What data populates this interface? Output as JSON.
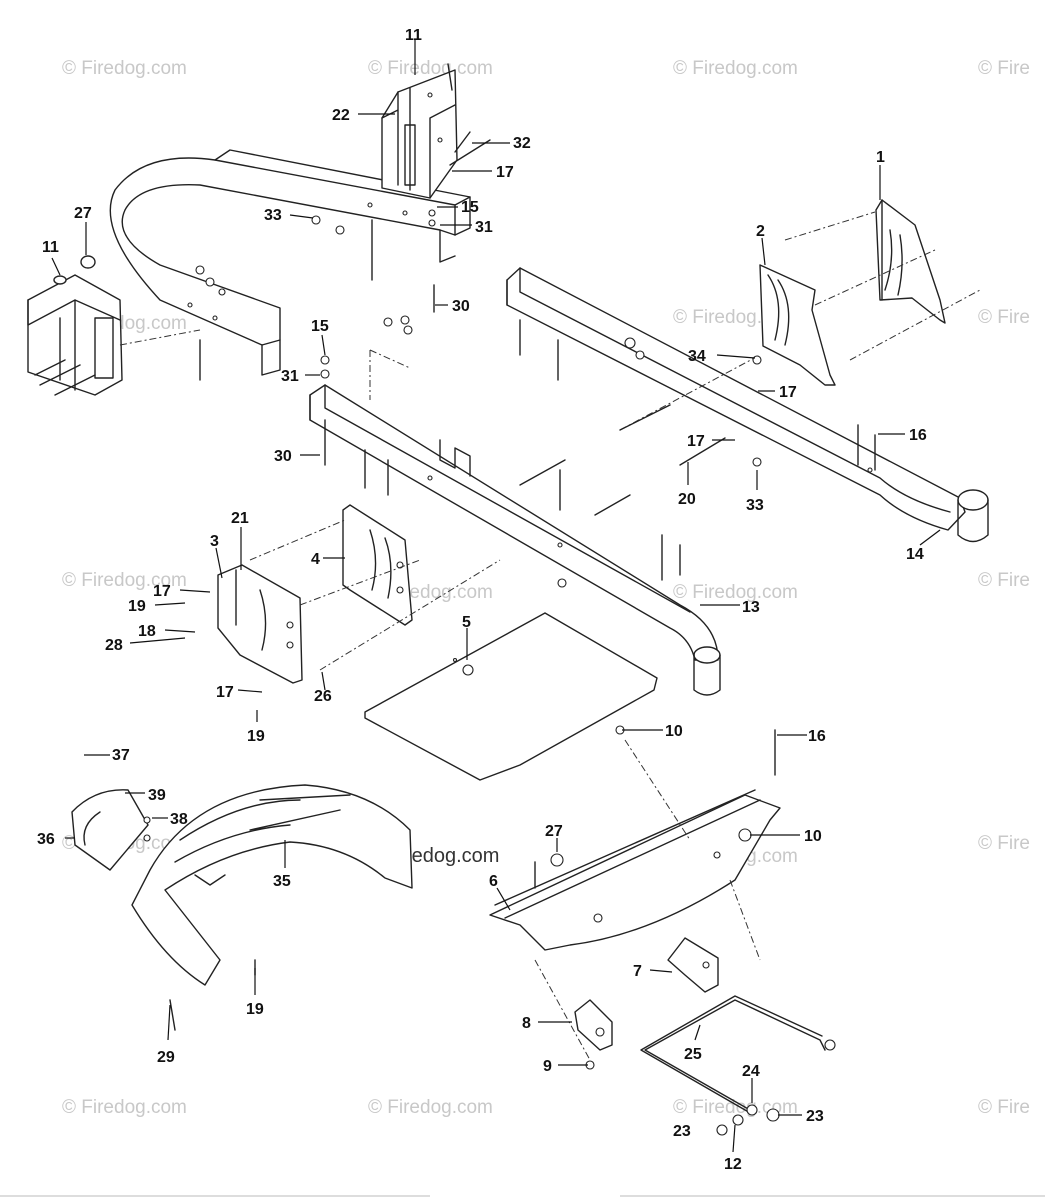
{
  "watermark": {
    "text": "© Firedog.com",
    "text_edge": "© Fire",
    "center_text": "© Firedog.com"
  },
  "callouts": [
    {
      "label": "11",
      "part": "upper-mount-bracket"
    },
    {
      "label": "22",
      "part": "pin"
    },
    {
      "label": "32",
      "part": "bolt"
    },
    {
      "label": "17",
      "part": "washer"
    },
    {
      "label": "15",
      "part": "nut"
    },
    {
      "label": "31",
      "part": "washer"
    },
    {
      "label": "33",
      "part": "nut"
    },
    {
      "label": "27",
      "part": "plug"
    },
    {
      "label": "11",
      "part": "left-mount-bracket"
    },
    {
      "label": "30",
      "part": "bolt"
    },
    {
      "label": "1",
      "part": "rear-plate"
    },
    {
      "label": "2",
      "part": "side-plate"
    },
    {
      "label": "34",
      "part": "nut"
    },
    {
      "label": "17",
      "part": "washer"
    },
    {
      "label": "15",
      "part": "nut"
    },
    {
      "label": "31",
      "part": "washer"
    },
    {
      "label": "30",
      "part": "bolt"
    },
    {
      "label": "17",
      "part": "washer"
    },
    {
      "label": "16",
      "part": "bolt"
    },
    {
      "label": "20",
      "part": "bolt"
    },
    {
      "label": "33",
      "part": "nut"
    },
    {
      "label": "14",
      "part": "right-frame-rail"
    },
    {
      "label": "21",
      "part": "bracket"
    },
    {
      "label": "3",
      "part": "side-plate-front"
    },
    {
      "label": "4",
      "part": "height-plate"
    },
    {
      "label": "17",
      "part": "washer"
    },
    {
      "label": "19",
      "part": "screw"
    },
    {
      "label": "18",
      "part": "spacer"
    },
    {
      "label": "28",
      "part": "bolt"
    },
    {
      "label": "13",
      "part": "left-frame-rail"
    },
    {
      "label": "5",
      "part": "floor-panel"
    },
    {
      "label": "17",
      "part": "washer"
    },
    {
      "label": "26",
      "part": "spacer"
    },
    {
      "label": "19",
      "part": "screw"
    },
    {
      "label": "10",
      "part": "clip"
    },
    {
      "label": "16",
      "part": "bolt"
    },
    {
      "label": "37",
      "part": "screw"
    },
    {
      "label": "39",
      "part": "cover"
    },
    {
      "label": "38",
      "part": "nut"
    },
    {
      "label": "36",
      "part": "screw"
    },
    {
      "label": "35",
      "part": "fender"
    },
    {
      "label": "27",
      "part": "plug"
    },
    {
      "label": "10",
      "part": "clip"
    },
    {
      "label": "6",
      "part": "front-shroud"
    },
    {
      "label": "7",
      "part": "bracket"
    },
    {
      "label": "8",
      "part": "pivot-bracket"
    },
    {
      "label": "9",
      "part": "nut"
    },
    {
      "label": "19",
      "part": "screw"
    },
    {
      "label": "29",
      "part": "screw"
    },
    {
      "label": "25",
      "part": "rod"
    },
    {
      "label": "24",
      "part": "ball-joint"
    },
    {
      "label": "23",
      "part": "nut"
    },
    {
      "label": "23",
      "part": "nut"
    },
    {
      "label": "12",
      "part": "washer"
    }
  ]
}
